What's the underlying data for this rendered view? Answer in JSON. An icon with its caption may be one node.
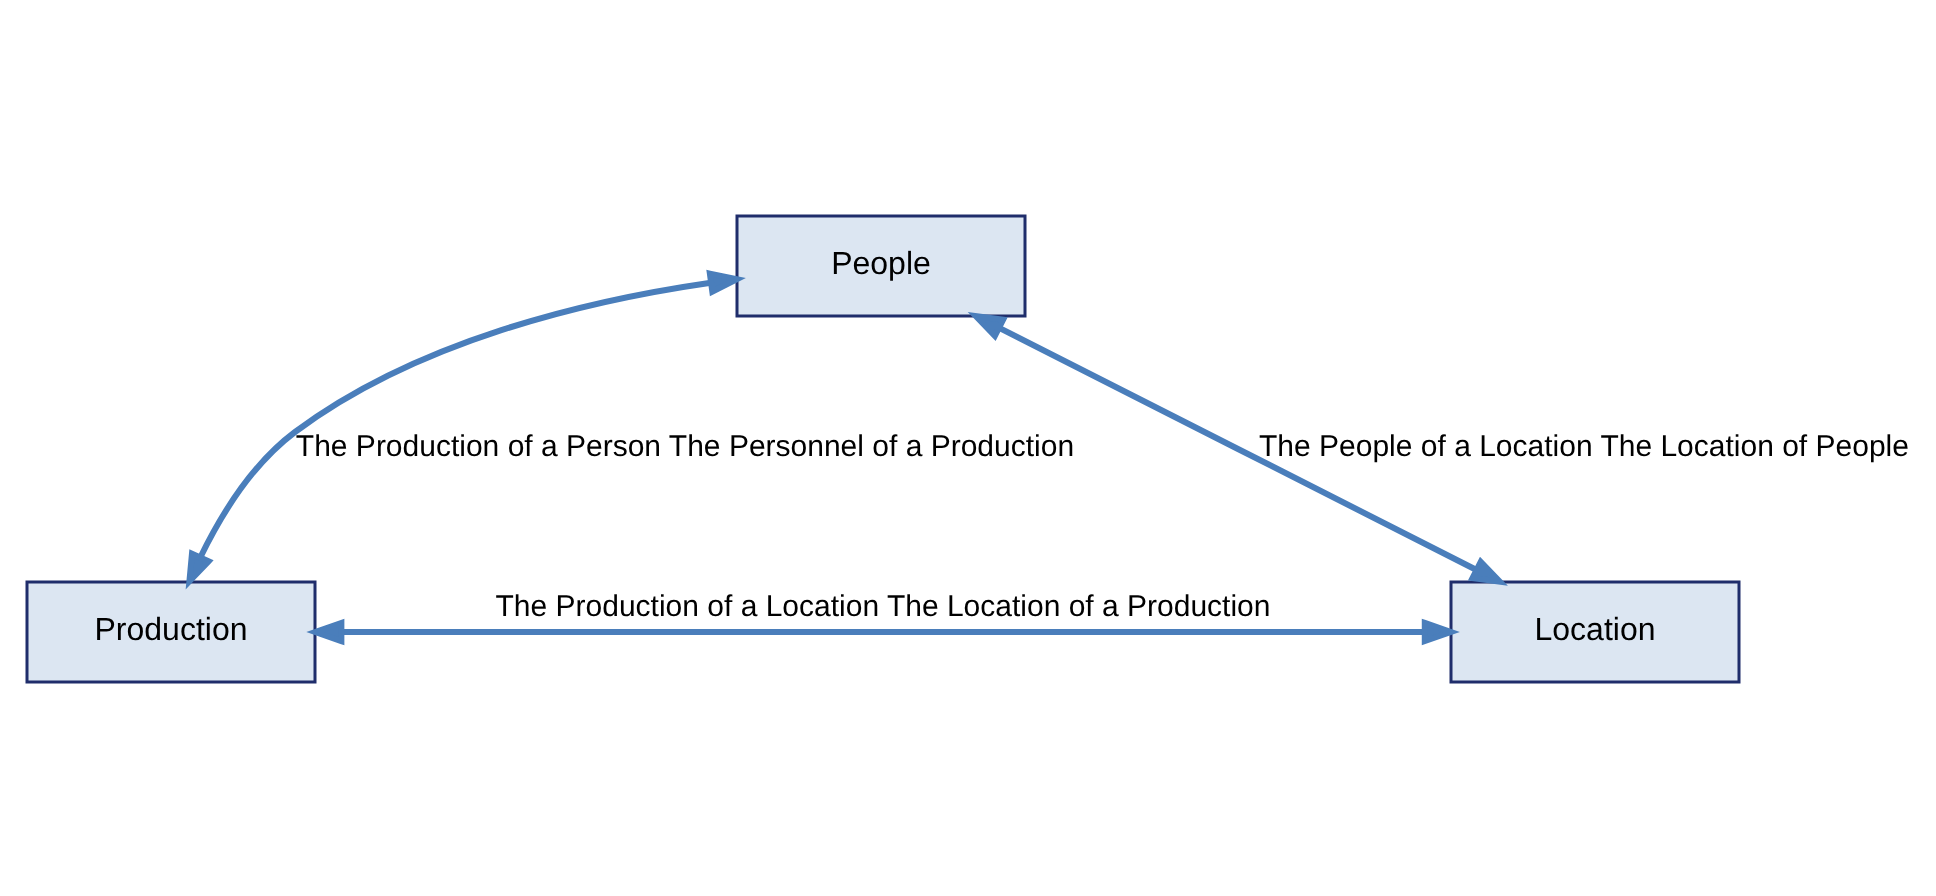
{
  "diagram": {
    "nodes": [
      {
        "text": [
          "People"
        ]
      },
      {
        "text": [
          "Production"
        ]
      },
      {
        "text": [
          "Location"
        ]
      }
    ],
    "edges": [
      {
        "from": 0,
        "to": 1,
        "arrow": "both",
        "label": "The Production of a Person The Personnel of a Production"
      },
      {
        "from": 0,
        "to": 2,
        "arrow": "both",
        "label": "The People of a Location The Location of People"
      },
      {
        "from": 1,
        "to": 2,
        "arrow": "both",
        "label": "The Production of a Location The Location of a Production"
      }
    ]
  }
}
